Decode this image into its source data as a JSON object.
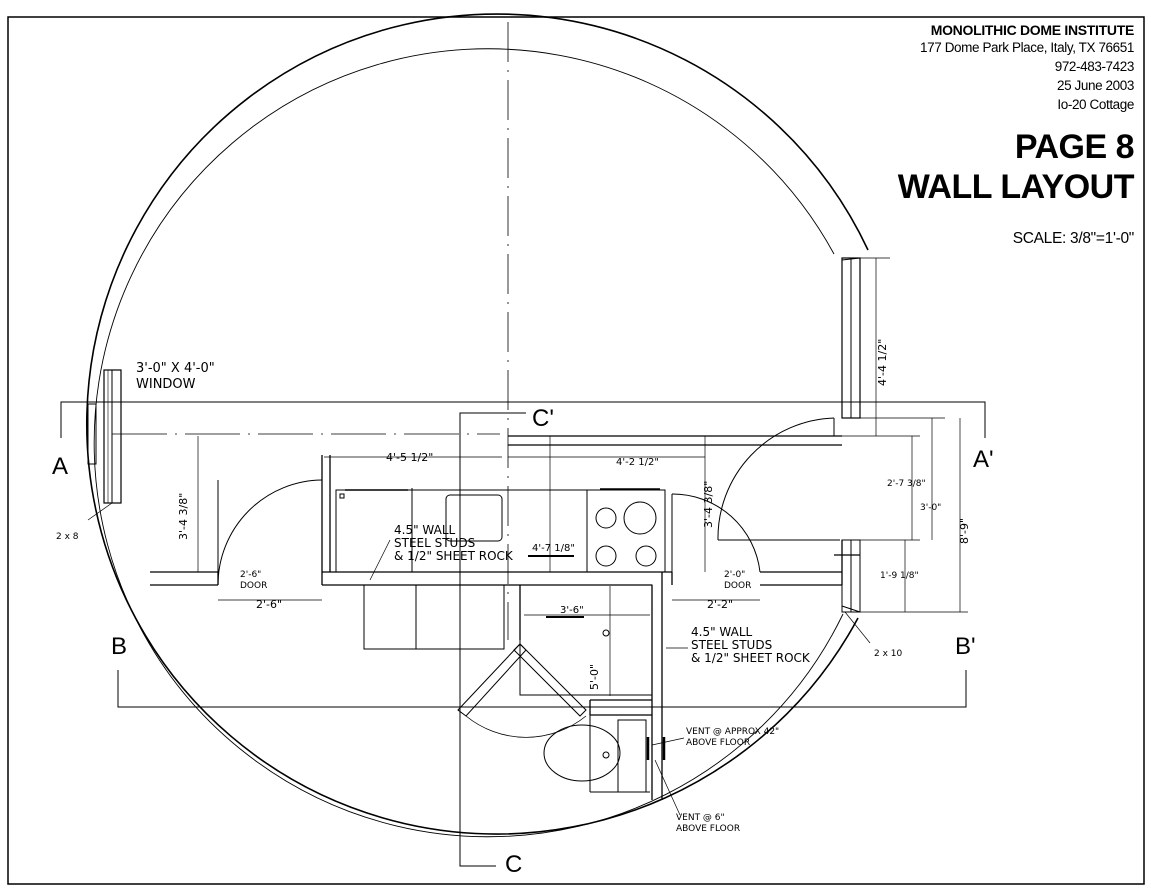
{
  "title_block": {
    "organization": "MONOLITHIC DOME INSTITUTE",
    "address": "177 Dome Park Place, Italy, TX 76651",
    "phone": "972-483-7423",
    "date": "25 June 2003",
    "project": "Io-20 Cottage",
    "page_label": "PAGE 8",
    "sheet_title": "WALL LAYOUT",
    "scale": "SCALE: 3/8\"=1'-0\""
  },
  "section_markers": {
    "a": "A",
    "a_prime": "A'",
    "b": "B",
    "b_prime": "B'",
    "c": "C",
    "c_prime": "C'"
  },
  "notes": {
    "window_size": "3'-0\" X 4'-0\"",
    "window_word": "WINDOW",
    "framing_2x8": "2 x 8",
    "framing_2x10": "2 x 10",
    "wall_note_1": [
      "4.5\" WALL",
      "STEEL STUDS",
      "& 1/2\" SHEET ROCK"
    ],
    "wall_note_2": [
      "4.5\" WALL",
      "STEEL STUDS",
      "& 1/2\" SHEET ROCK"
    ],
    "vent_high": [
      "VENT @ APPROX 42\"",
      "ABOVE FLOOR"
    ],
    "vent_low": [
      "VENT @ 6\"",
      "ABOVE FLOOR"
    ],
    "door_left": [
      "2'-6\"",
      "DOOR"
    ],
    "door_right": [
      "2'-0\"",
      "DOOR"
    ]
  },
  "dimensions": {
    "d_4_5_half": "4'-5 1/2\"",
    "d_4_2_half": "4'-2 1/2\"",
    "d_4_7_eighth": "4'-7 1/8\"",
    "d_3_4_3eighth_left": "3'-4 3/8\"",
    "d_3_4_3eighth_right": "3'-4 3/8\"",
    "d_2_6": "2'-6\"",
    "d_2_2": "2'-2\"",
    "d_3_6": "3'-6\"",
    "d_5_0": "5'-0\"",
    "d_4_4_half": "4'-4 1/2\"",
    "d_2_7_3eighth": "2'-7 3/8\"",
    "d_3_0": "3'-0\"",
    "d_8_9": "8'-9\"",
    "d_1_9_eighth": "1'-9 1/8\""
  }
}
